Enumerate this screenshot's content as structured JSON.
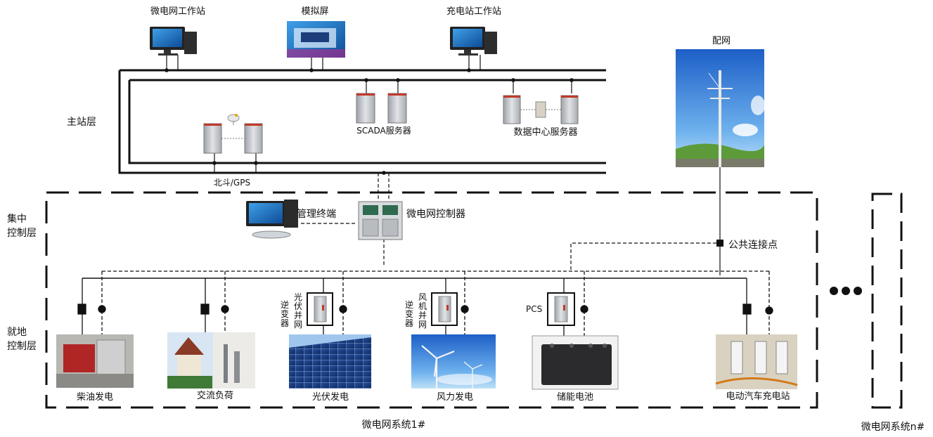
{
  "labels": {
    "mg_workstation": "微电网工作站",
    "sim_screen": "模拟屏",
    "charge_workstation": "充电站工作站",
    "distribution_grid": "配网",
    "master_layer": "主站层",
    "scada_server": "SCADA服务器",
    "datacenter_server": "数据中心服务器",
    "beidou_gps": "北斗/GPS",
    "central_layer_1": "集中",
    "central_layer_2": "控制层",
    "mgmt_terminal": "管理终端",
    "mg_controller": "微电网控制器",
    "pcc": "公共连接点",
    "local_layer_1": "就地",
    "local_layer_2": "控制层",
    "pv_inverter": "光伏并网",
    "pv_inverter_side": "逆变器",
    "wind_inverter": "风机并网",
    "wind_inverter_side": "逆变器",
    "pcs": "PCS",
    "diesel": "柴油发电",
    "ac_load": "交流负荷",
    "pv_gen": "光伏发电",
    "wind_gen": "风力发电",
    "storage": "储能电池",
    "ev_station": "电动汽车充电站",
    "system_1": "微电网系统1#",
    "system_n": "微电网系统n#"
  },
  "colors": {
    "line": "#111111",
    "cabinet": "#c9ccd0",
    "cabinet_red": "#c0392b",
    "sky": "#3a7fd6",
    "grass": "#5d9b3a",
    "pv_blue": "#1f4fa0"
  },
  "icons": [
    "monitor-icon",
    "server-cabinet-icon",
    "satellite-dish-icon",
    "power-pole-icon",
    "breaker-icon",
    "node-icon"
  ]
}
